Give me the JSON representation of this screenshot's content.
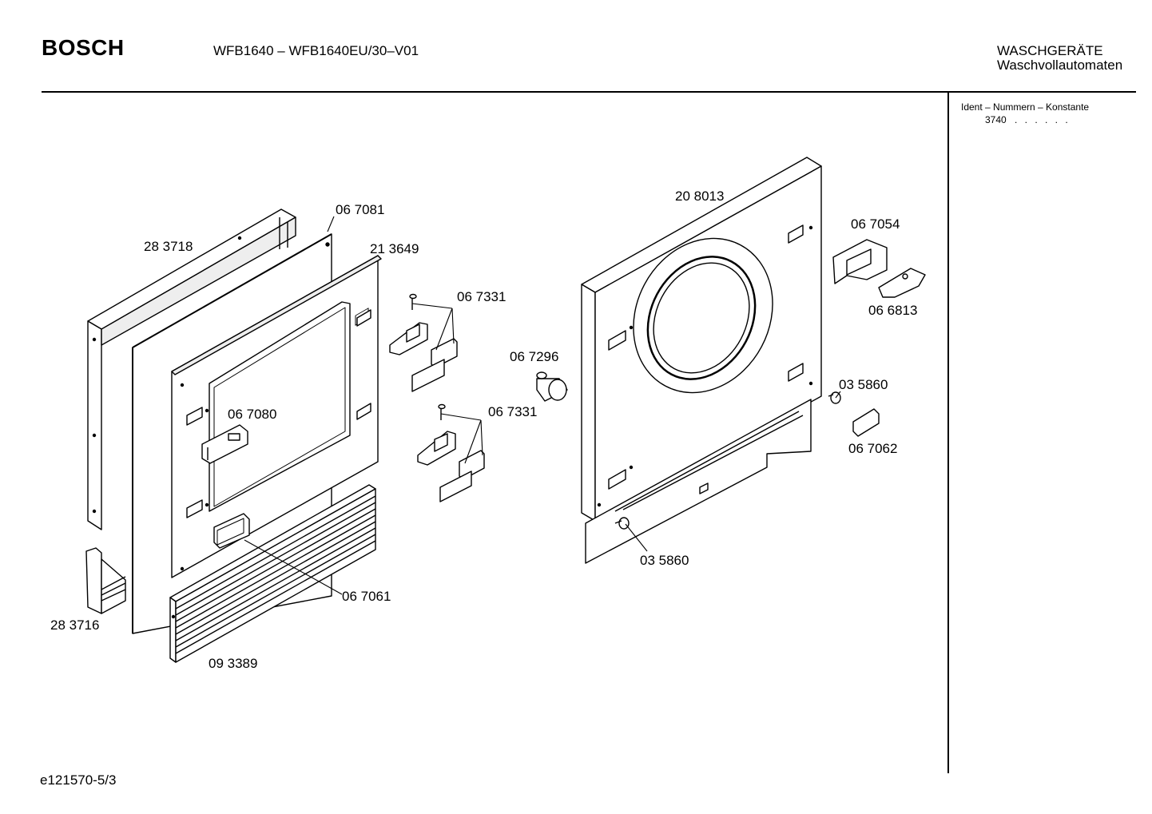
{
  "header": {
    "brand": "BOSCH",
    "model": "WFB1640 – WFB1640EU/30–V01",
    "category_line1": "WASCHGERÄTE",
    "category_line2": "Waschvollautomaten"
  },
  "ident_panel": {
    "title": "Ident – Nummern – Konstante",
    "value": "3740",
    "dots": ". . . . . ."
  },
  "footer": {
    "code": "e121570-5/3"
  },
  "diagram": {
    "part_labels": [
      "28 3718",
      "06 7081",
      "21 3649",
      "06 7331",
      "06 7296",
      "06 7080",
      "06 7331",
      "28 3716",
      "06 7061",
      "09 3389",
      "20 8013",
      "06 7054",
      "06 6813",
      "03 5860",
      "06 7062",
      "03 5860"
    ]
  }
}
